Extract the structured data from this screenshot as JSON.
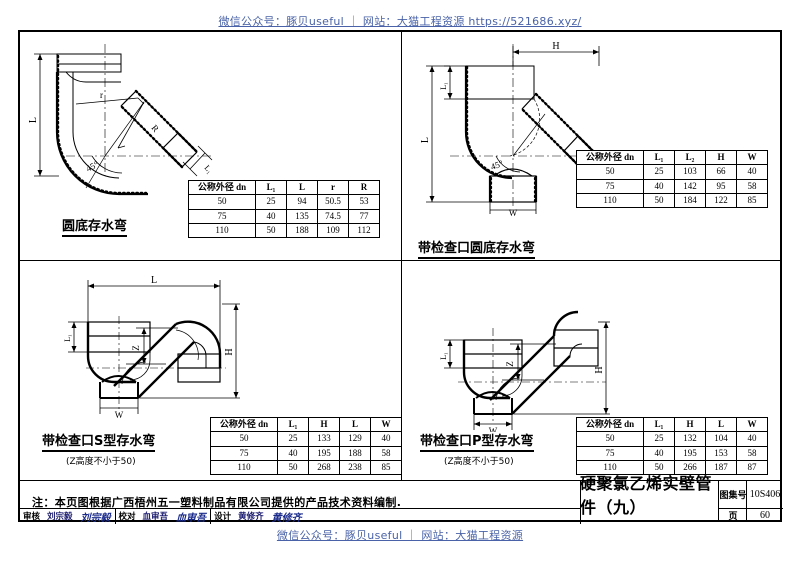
{
  "watermark": {
    "top": "微信公众号：豚贝useful ｜ 网站：大猫工程资源 https://521686.xyz/",
    "bottom": "微信公众号：豚贝useful ｜ 网站：大猫工程资源"
  },
  "panels": [
    {
      "id": "round-bottom-trap",
      "caption": "圆底存水弯",
      "subcaption": "",
      "dimension_labels": [
        "L",
        "L₁",
        "r",
        "R",
        "45°"
      ],
      "table": {
        "headers": [
          "公称外径 dn",
          "L₁",
          "L",
          "r",
          "R"
        ],
        "rows": [
          [
            "50",
            "25",
            "94",
            "50.5",
            "53"
          ],
          [
            "75",
            "40",
            "135",
            "74.5",
            "77"
          ],
          [
            "110",
            "50",
            "188",
            "109",
            "112"
          ]
        ]
      }
    },
    {
      "id": "round-bottom-trap-with-cleanout",
      "caption": "带检查口圆底存水弯",
      "subcaption": "",
      "dimension_labels": [
        "H",
        "L",
        "L₁",
        "W",
        "45°"
      ],
      "table": {
        "headers": [
          "公称外径 dn",
          "L₁",
          "L₂",
          "H",
          "W"
        ],
        "rows": [
          [
            "50",
            "25",
            "103",
            "66",
            "40"
          ],
          [
            "75",
            "40",
            "142",
            "95",
            "58"
          ],
          [
            "110",
            "50",
            "184",
            "122",
            "85"
          ]
        ]
      }
    },
    {
      "id": "s-trap-with-cleanout",
      "caption": "带检查口S型存水弯",
      "subcaption": "(Z高度不小于50)",
      "dimension_labels": [
        "L",
        "L₁",
        "Z",
        "H",
        "W"
      ],
      "table": {
        "headers": [
          "公称外径 dn",
          "L₁",
          "H",
          "L",
          "W"
        ],
        "rows": [
          [
            "50",
            "25",
            "133",
            "129",
            "40"
          ],
          [
            "75",
            "40",
            "195",
            "188",
            "58"
          ],
          [
            "110",
            "50",
            "268",
            "238",
            "85"
          ]
        ]
      }
    },
    {
      "id": "p-trap-with-cleanout",
      "caption": "带检查口P型存水弯",
      "subcaption": "(Z高度不小于50)",
      "dimension_labels": [
        "L₁",
        "Z",
        "H",
        "W"
      ],
      "table": {
        "headers": [
          "公称外径 dn",
          "L₁",
          "H",
          "L",
          "W"
        ],
        "rows": [
          [
            "50",
            "25",
            "132",
            "104",
            "40"
          ],
          [
            "75",
            "40",
            "195",
            "153",
            "58"
          ],
          [
            "110",
            "50",
            "266",
            "187",
            "87"
          ]
        ]
      }
    }
  ],
  "note": "注：本页图根据广西梧州五一塑料制品有限公司提供的产品技术资料编制.",
  "title_block": {
    "drawing_title": "硬聚氯乙烯实壁管件（九）",
    "atlas_label": "图集号",
    "atlas_number": "10S406",
    "page_label": "页",
    "page_number": "60"
  },
  "signature_row": [
    {
      "label": "审核",
      "name": "刘宗毅",
      "signature": "刘宗毅"
    },
    {
      "label": "校对",
      "name": "血审吾",
      "signature": "血审吾"
    },
    {
      "label": "设计",
      "name": "黄修齐",
      "signature": "黄修齐"
    }
  ]
}
